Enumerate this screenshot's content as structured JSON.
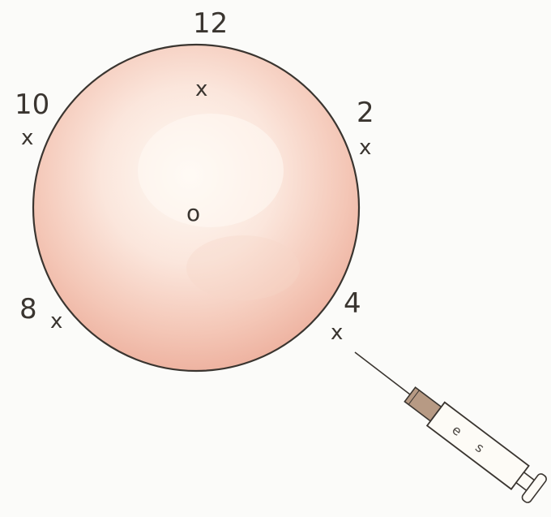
{
  "diagram": {
    "positions": [
      {
        "label": "12",
        "mark": "x"
      },
      {
        "label": "2",
        "mark": "x"
      },
      {
        "label": "4",
        "mark": "x"
      },
      {
        "label": "8",
        "mark": "x"
      },
      {
        "label": "10",
        "mark": "x"
      }
    ],
    "center_mark": "o",
    "syringe_markings": [
      "e",
      "s"
    ]
  },
  "colors": {
    "disc_fill_center": "#fdf6ee",
    "disc_fill_edge": "#f1b7a5",
    "outline": "#3a3530",
    "syringe_band": "#b79a84"
  }
}
